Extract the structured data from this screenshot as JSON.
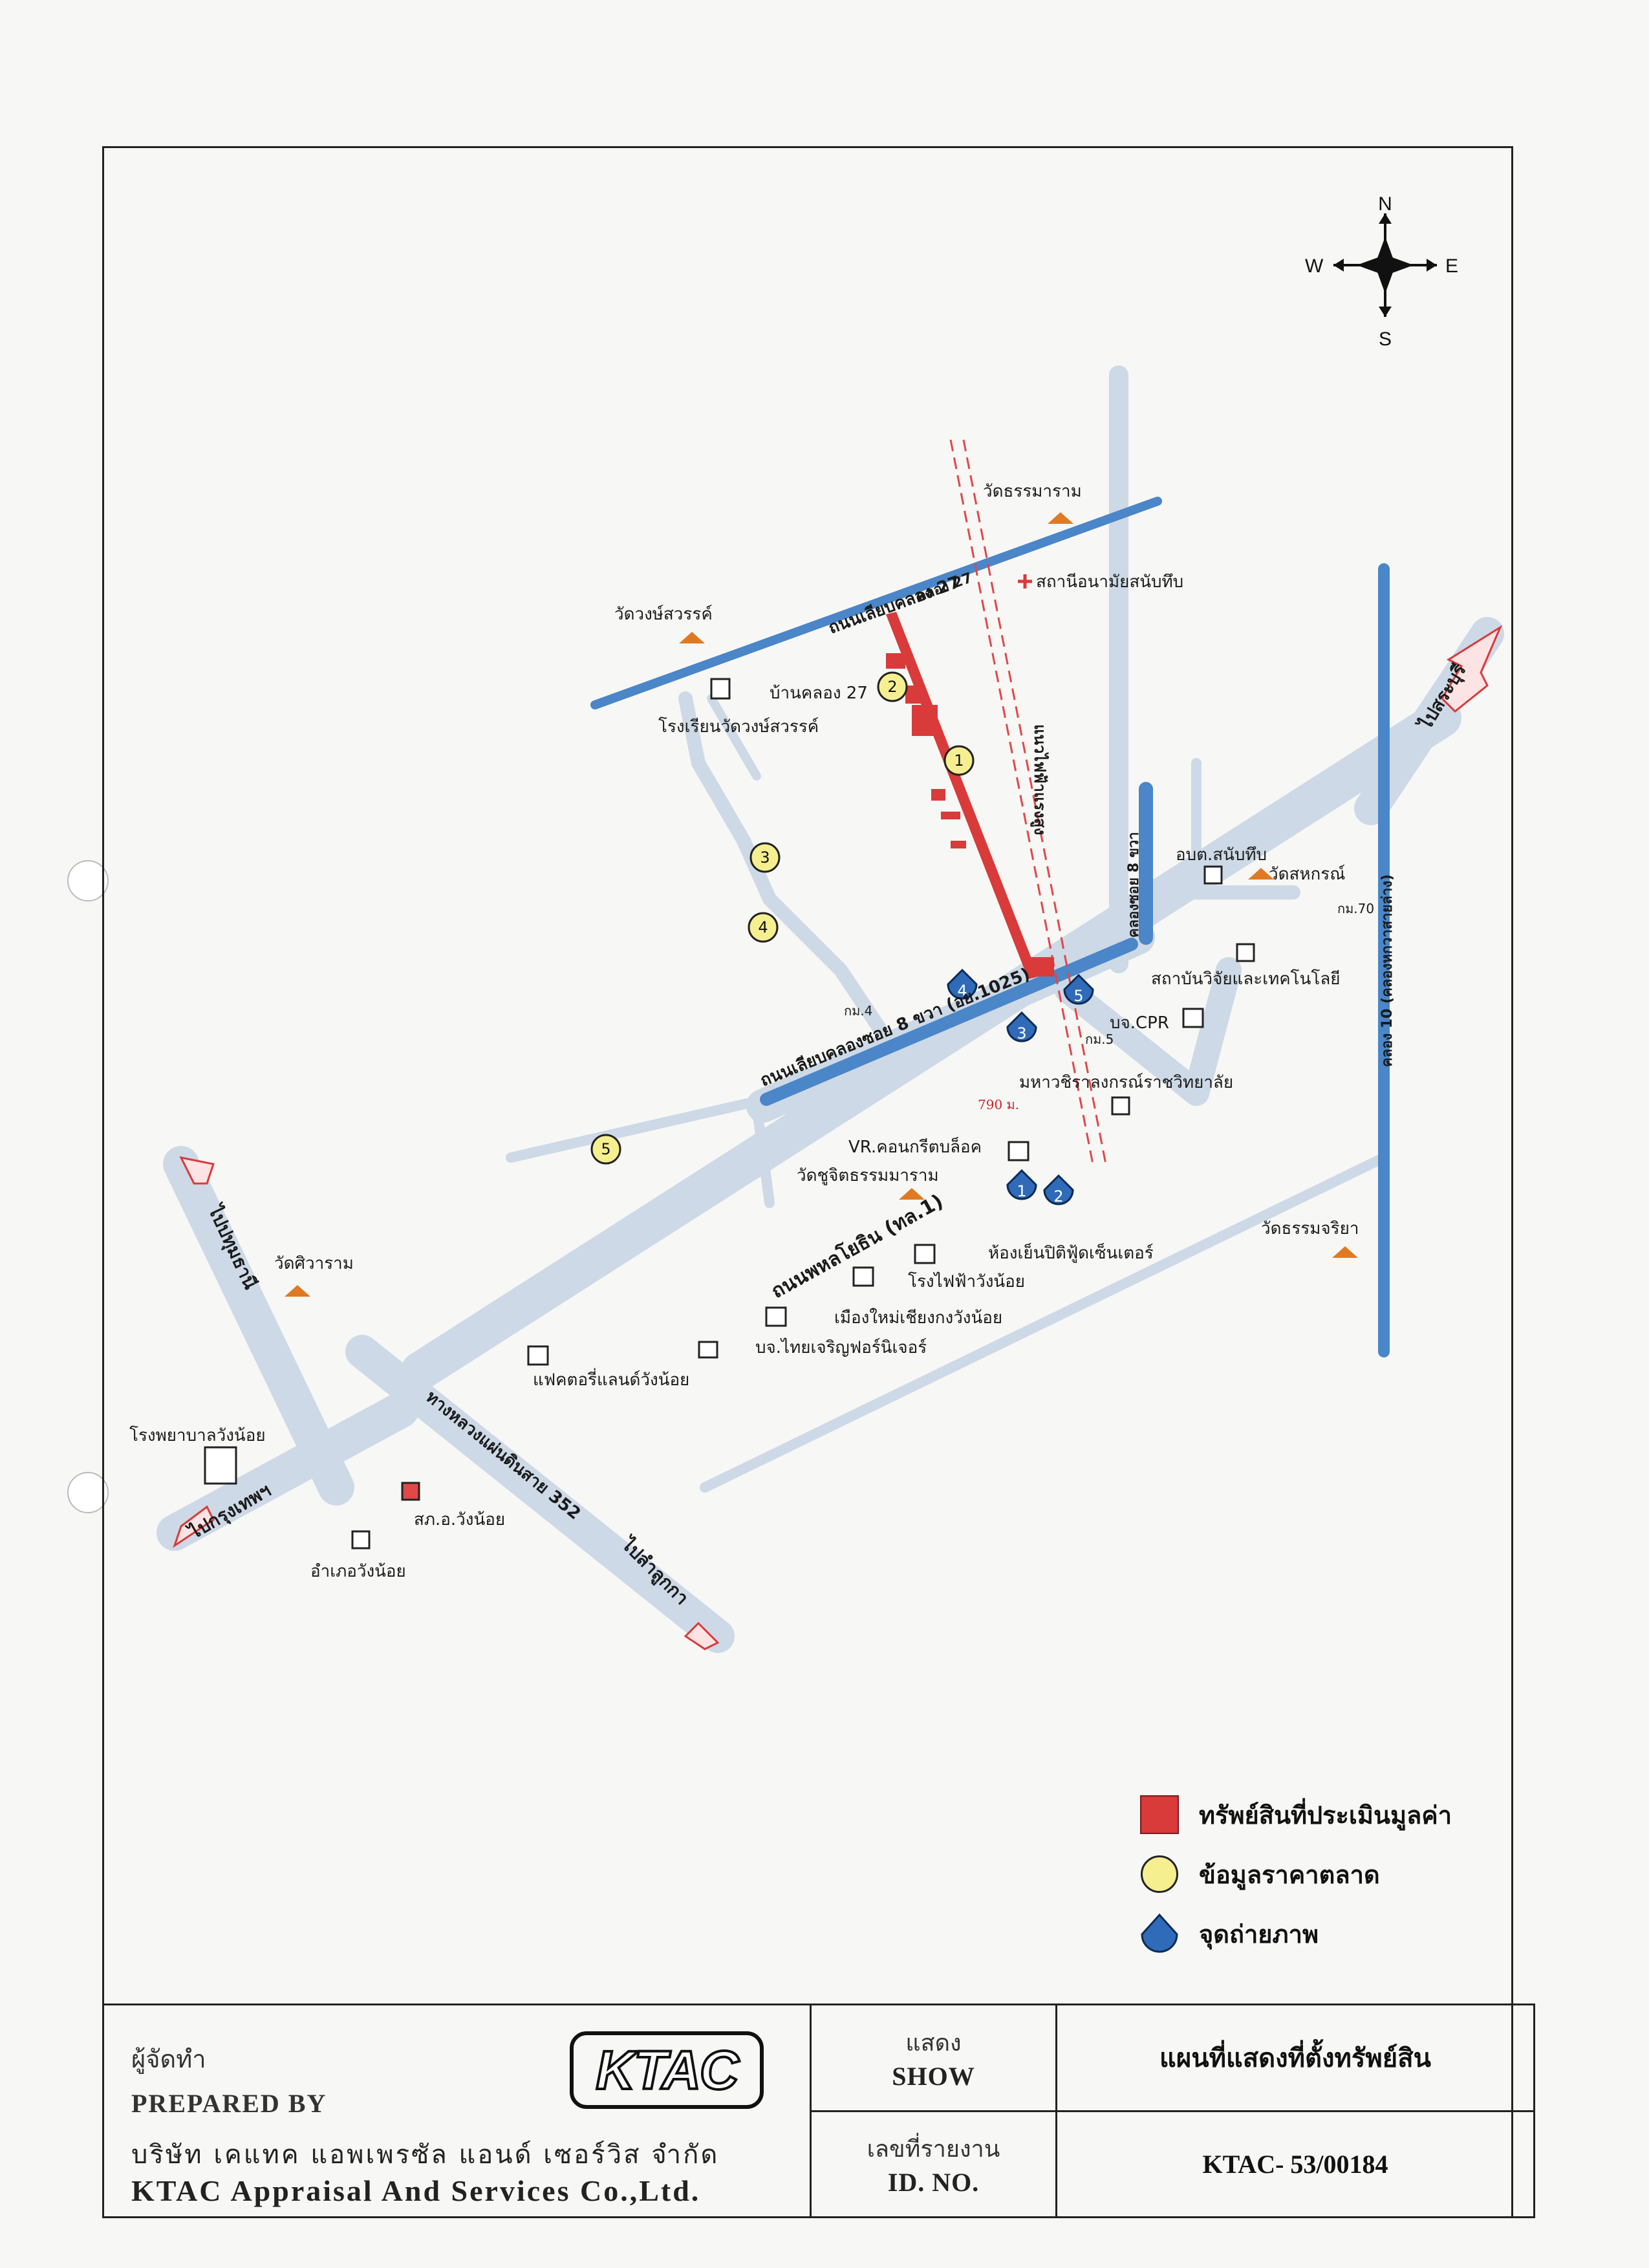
{
  "compass": {
    "n": "N",
    "s": "S",
    "e": "E",
    "w": "W"
  },
  "roads": {
    "khlong27": "ถนนเลียบคลอง 27",
    "khlong27_tag": "คลอง 27",
    "soi8": "ถนนเลียบคลองซอย 8 ขวา (อย.1025)",
    "phahon": "ถนนพหลโยธิน (ทล.1)",
    "hwy352": "ทางหลวงแผ่นดินสาย 352",
    "khlong8": "คลองซอย 8 ขวา",
    "khlong10": "คลอง 10 (คลองหกวาสายล่าง)",
    "powerline": "แนวไฟฟ้าแรงสูง",
    "to_saraburi": "ไปสระบุรี",
    "to_bangkok": "ไปกรุงเทพฯ",
    "to_pathum": "ไปปทุมธานี",
    "to_lat_lum_kaeo": "ไปลำลูกกา"
  },
  "places": {
    "wat_thammaram": "วัดธรรมาราม",
    "health_station": "สถานีอนามัยสนับทึบ",
    "wat_wong_sawan": "วัดวงษ์สวรรค์",
    "ban_khlong27": "บ้านคลอง 27",
    "school_wong_sawan": "โรงเรียนวัดวงษ์สวรรค์",
    "obt": "อบต.สนับทึบ",
    "wat_sahakorn": "วัดสหกรณ์",
    "km70": "กม.70",
    "research_inst": "สถาบันวิจัยและเทคโนโลยี",
    "cpr": "บจ.CPR",
    "km5": "กม.5",
    "km4": "กม.4",
    "university": "มหาวชิราลงกรณ์ราชวิทยาลัย",
    "dist": "790 ม.",
    "vr": "VR.คอนกรีตบล็อค",
    "wat_chu_chit": "วัดชูจิตธรรมมาราม",
    "cold_storage": "ห้องเย็นปิติฟู้ดเซ็นเตอร์",
    "power_plant": "โรงไฟฟ้าวังน้อย",
    "new_city": "เมืองใหม่เชียงกงวังน้อย",
    "thai_charoen": "บจ.ไทยเจริญฟอร์นิเจอร์",
    "factory_land": "แฟคตอรี่แลนด์วังน้อย",
    "wat_sivaram": "วัดศิวาราม",
    "wat_thammachariya": "วัดธรรมจริยา",
    "hospital": "โรงพยาบาลวังน้อย",
    "police": "สภ.อ.วังน้อย",
    "district_office": "อำเภอวังน้อย"
  },
  "legend": [
    {
      "symbol": "red-square",
      "label": "ทรัพย์สินที่ประเมินมูลค่า"
    },
    {
      "symbol": "yellow-circle",
      "label": "ข้อมูลราคาตลาด"
    },
    {
      "symbol": "blue-marker",
      "label": "จุดถ่ายภาพ"
    }
  ],
  "title_block": {
    "prepared_th": "ผู้จัดทำ",
    "prepared_en": "PREPARED BY",
    "logo": "KTAC",
    "company_th": "บริษัท เคแทค แอพเพรซัล แอนด์ เซอร์วิส จำกัด",
    "company_en": "KTAC Appraisal And Services Co.,Ltd.",
    "show_th": "แสดง",
    "show_en": "SHOW",
    "id_th": "เลขที่รายงาน",
    "id_en": "ID. NO.",
    "title": "แผนที่แสดงที่ตั้งทรัพย์สิน",
    "report_id": "KTAC- 53/00184"
  },
  "colors": {
    "road": "#cdd9e6",
    "main_road": "#b8cbe0",
    "canal": "#4a86c8",
    "property": "#d93a3a",
    "market": "#f6ef8f",
    "photo": "#2f6bb8"
  }
}
